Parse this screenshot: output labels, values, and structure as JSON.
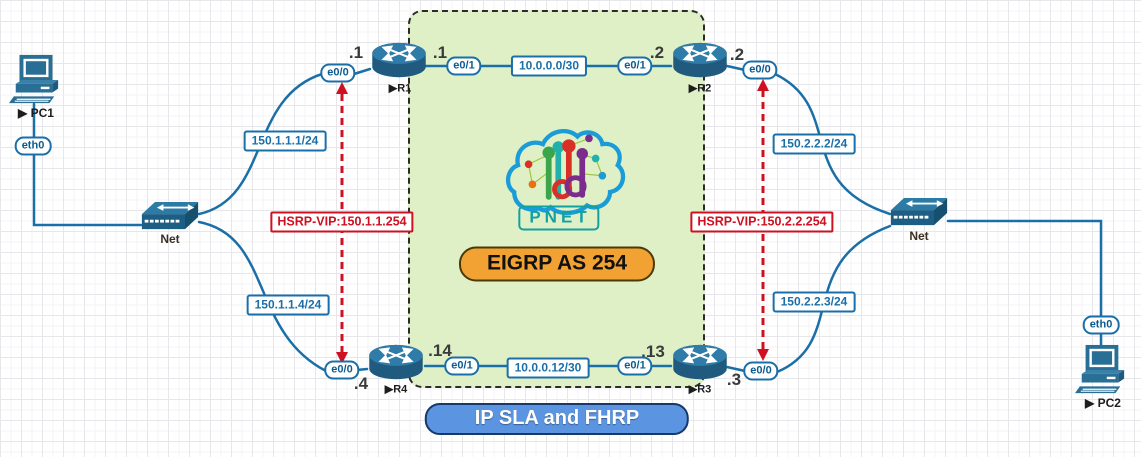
{
  "colors": {
    "link": "#1b6fa8",
    "alert_red": "#cf1020",
    "zone_fill": "#e0f0c6",
    "zone_border": "#2b2b2b",
    "eigrp_badge_bg": "#f2a233",
    "sla_badge_bg": "#5b94e0",
    "device_blue": "#25648c",
    "logo_cloud_blue": "#1a9cd8",
    "logo_teal": "#12a0a0"
  },
  "zone_badge": {
    "label": "EIGRP AS 254"
  },
  "bottom_badge": {
    "label": "IP SLA and FHRP"
  },
  "logo": {
    "brand": "PNET"
  },
  "devices": {
    "pc1": {
      "label": "▶ PC1",
      "iface": "eth0"
    },
    "pc2": {
      "label": "▶ PC2",
      "iface": "eth0"
    },
    "net_left": {
      "label": "Net"
    },
    "net_right": {
      "label": "Net"
    },
    "r1": {
      "label": "▶R1",
      "if_left": "e0/0",
      "if_right": "e0/1",
      "octet_left": ".1",
      "octet_right": ".1"
    },
    "r2": {
      "label": "▶R2",
      "if_left": "e0/1",
      "if_right": "e0/0",
      "octet_left": ".2",
      "octet_right": ".2"
    },
    "r4": {
      "label": "▶R4",
      "if_left": "e0/0",
      "if_right": "e0/1",
      "octet_left": ".4",
      "octet_right": ".14"
    },
    "r3": {
      "label": "▶R3",
      "if_left": "e0/1",
      "if_right": "e0/0",
      "octet_left": ".13",
      "octet_right": ".3"
    }
  },
  "subnets": {
    "lan1_r1": "150.1.1.1/24",
    "lan1_r4": "150.1.1.4/24",
    "wan_top": "10.0.0.0/30",
    "wan_bottom": "10.0.0.12/30",
    "lan2_r2": "150.2.2.2/24",
    "lan2_r3": "150.2.2.3/24"
  },
  "hsrp": {
    "left": "HSRP-VIP:150.1.1.254",
    "right": "HSRP-VIP:150.2.2.254"
  }
}
